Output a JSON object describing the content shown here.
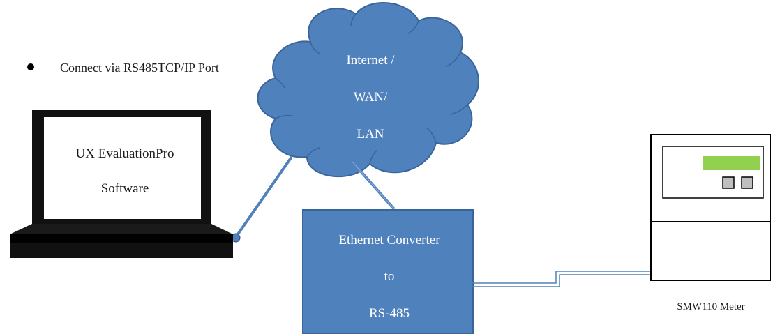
{
  "bullet": {
    "text": "Connect via RS485TCP/IP Port"
  },
  "laptop": {
    "line1": "UX EvaluationPro",
    "line2": "Software"
  },
  "cloud": {
    "line1": "Internet /",
    "line2": "WAN/",
    "line3": "LAN"
  },
  "converter": {
    "line1": "Ethernet Converter",
    "line2": "to",
    "line3": "RS-485"
  },
  "meter": {
    "label": "SMW110 Meter"
  },
  "colors": {
    "cloud_fill": "#4f81bd",
    "cloud_stroke": "#3a659b",
    "box_fill": "#4f81bd",
    "cable": "#4f81bd",
    "meter_display": "#92d050"
  }
}
